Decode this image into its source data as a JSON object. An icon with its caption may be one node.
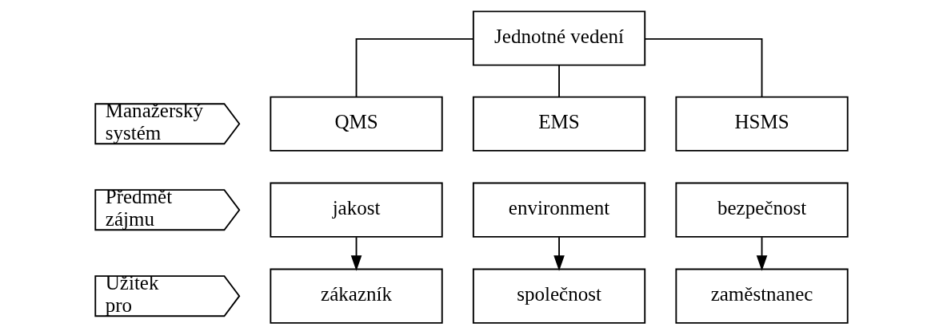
{
  "diagram": {
    "nodes": [
      {
        "text": [
          "Jednotné vedení"
        ]
      },
      {
        "text": [
          "Manažerský systém"
        ]
      },
      {
        "text": [
          "QMS"
        ]
      },
      {
        "text": [
          "EMS"
        ]
      },
      {
        "text": [
          "HSMS"
        ]
      },
      {
        "text": [
          "Předmět zájmu"
        ]
      },
      {
        "text": [
          "jakost"
        ]
      },
      {
        "text": [
          "environment"
        ]
      },
      {
        "text": [
          "bezpečnost"
        ]
      },
      {
        "text": [
          "Užitek pro"
        ]
      },
      {
        "text": [
          "zákazník"
        ]
      },
      {
        "text": [
          "společnost"
        ]
      },
      {
        "text": [
          "zaměstnanec"
        ]
      }
    ],
    "edges": [
      {
        "from": 0,
        "to": 2,
        "arrow": "none"
      },
      {
        "from": 0,
        "to": 3,
        "arrow": "none"
      },
      {
        "from": 0,
        "to": 4,
        "arrow": "none"
      },
      {
        "from": 6,
        "to": 10,
        "arrow": "to"
      },
      {
        "from": 7,
        "to": 11,
        "arrow": "to"
      },
      {
        "from": 8,
        "to": 12,
        "arrow": "to"
      }
    ]
  }
}
